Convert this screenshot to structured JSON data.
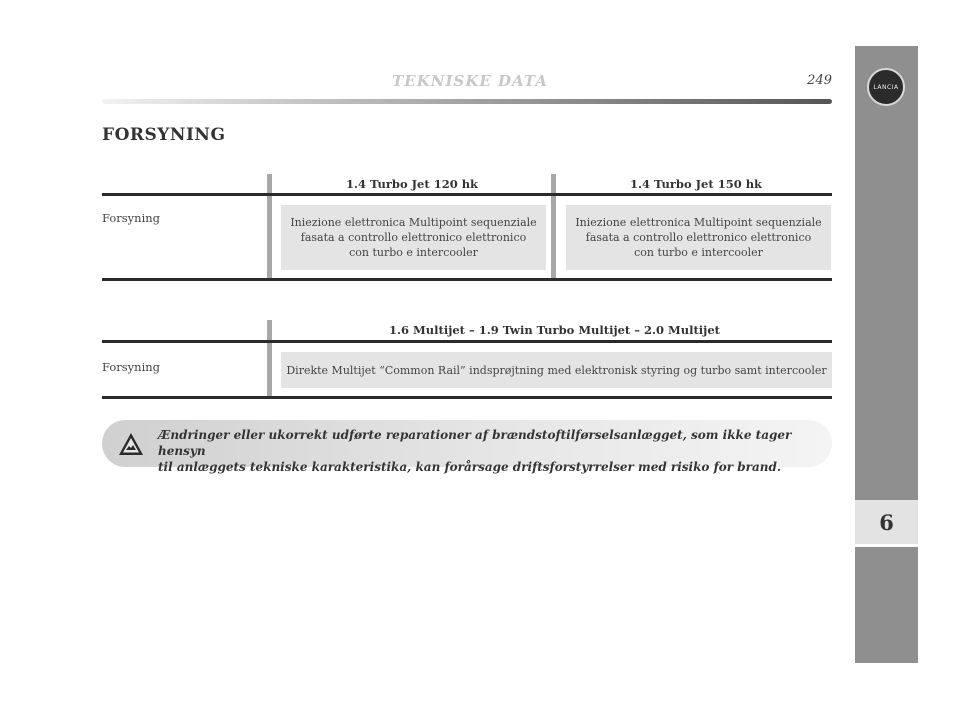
{
  "header": {
    "title": "TEKNISKE DATA",
    "page_number": "249"
  },
  "sidebar": {
    "logo_text": "LANCIA",
    "chapter": "6"
  },
  "section_title": "FORSYNING",
  "table1": {
    "columns": [
      "1.4 Turbo Jet 120 hk",
      "1.4 Turbo Jet 150 hk"
    ],
    "row_label": "Forsyning",
    "cells": [
      [
        "Iniezione elettronica Multipoint sequenziale",
        "fasata a controllo elettronico elettronico",
        "con turbo e intercooler"
      ],
      [
        "Iniezione elettronica Multipoint sequenziale",
        "fasata a controllo elettronico elettronico",
        "con turbo e intercooler"
      ]
    ]
  },
  "table2": {
    "column": "1.6 Multijet – 1.9 Twin Turbo Multijet – 2.0 Multijet",
    "row_label": "Forsyning",
    "cell": "Direkte Multijet “Common Rail” indsprøjtning med elektronisk styring og turbo samt intercooler"
  },
  "warning": {
    "line1": "Ændringer eller ukorrekt udførte reparationer af brændstoftilførselsanlægget, som ikke tager hensyn",
    "line2": "til anlæggets tekniske karakteristika, kan forårsage driftsforstyrrelser med risiko for brand."
  }
}
